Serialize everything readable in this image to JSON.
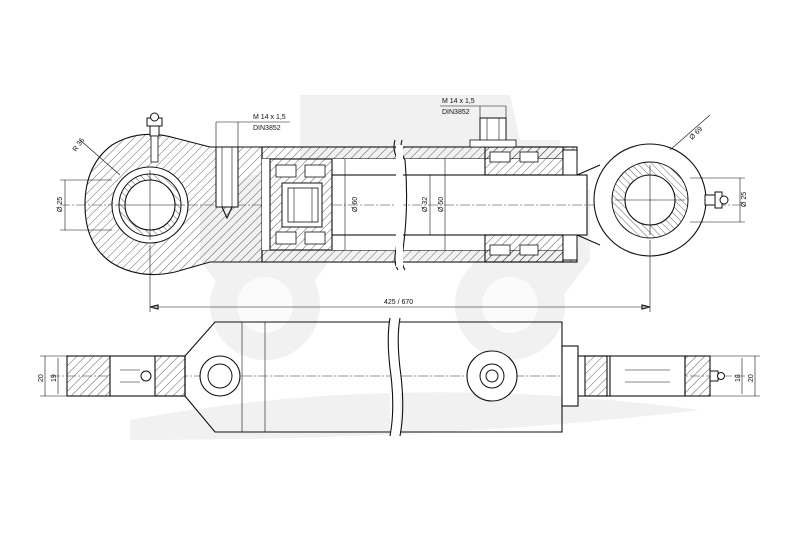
{
  "labels": {
    "port_left_thread": "M 14 x 1,5",
    "port_left_std": "DIN3852",
    "port_right_thread": "M 14 x 1,5",
    "port_right_std": "DIN3852",
    "dia_left_eye": "Ø 25",
    "dia_right_eye": "Ø 25",
    "dia_bore_60": "Ø 60",
    "dia_rod_32": "Ø 32",
    "dia_piston_50": "Ø 50",
    "radius_left": "R 36",
    "radius_right": "Ø 69",
    "length_total": "425 / 670",
    "width_left_outer": "20",
    "width_left_inner": "19",
    "width_right_inner": "18",
    "width_right_outer": "20"
  }
}
